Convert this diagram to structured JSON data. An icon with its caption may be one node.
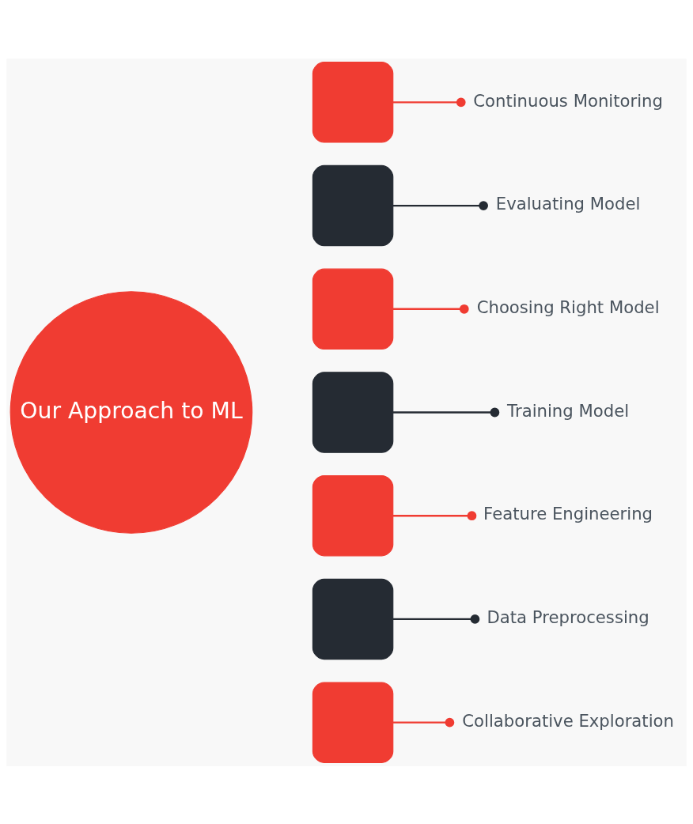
{
  "diagram": {
    "nodes": [
      {
        "text": [
          "Our Approach to ML"
        ]
      },
      {
        "text": [],
        "shape": "picture"
      },
      {
        "text": [],
        "shape": "picture"
      },
      {
        "text": [],
        "shape": "picture"
      },
      {
        "text": [],
        "shape": "picture"
      },
      {
        "text": [],
        "shape": "picture"
      },
      {
        "text": [],
        "shape": "picture"
      },
      {
        "text": [],
        "shape": "picture"
      },
      {
        "text": [
          "Continuous Monitoring"
        ]
      },
      {
        "text": [
          "Evaluating Model"
        ]
      },
      {
        "text": [
          "Choosing Right Model"
        ]
      },
      {
        "text": [
          "Training Model"
        ]
      },
      {
        "text": [
          "Feature Engineering"
        ]
      },
      {
        "text": [
          "Data Preprocessing"
        ]
      },
      {
        "text": [
          "Collaborative Exploration"
        ]
      }
    ],
    "edges": [
      {
        "from": 8,
        "to": 1,
        "arrow": "other"
      },
      {
        "from": 9,
        "to": 2,
        "arrow": "other",
        "color": "#252b33"
      },
      {
        "from": 10,
        "to": 3,
        "arrow": "other"
      },
      {
        "from": 11,
        "to": 4,
        "arrow": "other",
        "color": "#252b33"
      },
      {
        "from": 12,
        "to": 5,
        "arrow": "other"
      },
      {
        "from": 13,
        "to": 6,
        "arrow": "other",
        "color": "#252b33"
      },
      {
        "from": 14,
        "to": 7,
        "arrow": "other"
      }
    ]
  }
}
